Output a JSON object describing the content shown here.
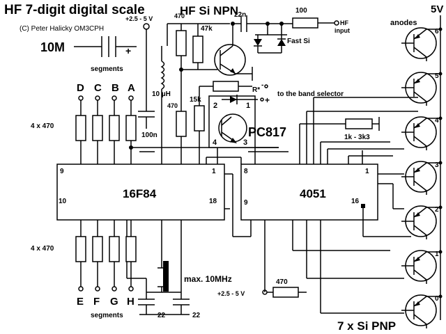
{
  "title": "HF 7-digit digital scale",
  "author": "(C) Peter Halicky OM3CPH",
  "npn_label": "HF Si NPN",
  "pnp_label": "7 x Si PNP",
  "supply_top": "5V",
  "anodes_label": "anodes",
  "crystal_label": "10M",
  "segments_label": "segments",
  "segments_top": [
    "D",
    "C",
    "B",
    "A"
  ],
  "segments_bottom": [
    "E",
    "F",
    "G",
    "H"
  ],
  "resistor_array_label": "4 x 470",
  "supply_label": "+2.5 - 5  V",
  "cap_100n": "100n",
  "inductor_label": "10 µH",
  "r470": "470",
  "r47k": "47k",
  "cap_22n": "22n",
  "r100": "100",
  "hf_input": "HF\ninput",
  "fast_si": "Fast Si",
  "r15k": "15k",
  "r_star": "R*",
  "minus": "-",
  "plus": "+",
  "band_selector": "to the band selector",
  "optocoupler": "PC817",
  "r_range": "1k - 3k3",
  "mcu_label": "16F84",
  "mux_label": "4051",
  "max_freq": "max. 10MHz",
  "cap_22": "22",
  "transistor_indices": [
    "6",
    "5",
    "4",
    "3",
    "2",
    "1",
    "0"
  ],
  "mcu_pins": {
    "p9": "9",
    "p1": "1",
    "p10": "10",
    "p18": "18"
  },
  "mux_pins": {
    "p8": "8",
    "p1": "1",
    "p9": "9",
    "p16": "16"
  },
  "opto_pins": {
    "p1": "1",
    "p2": "2",
    "p3": "3",
    "p4": "4"
  }
}
